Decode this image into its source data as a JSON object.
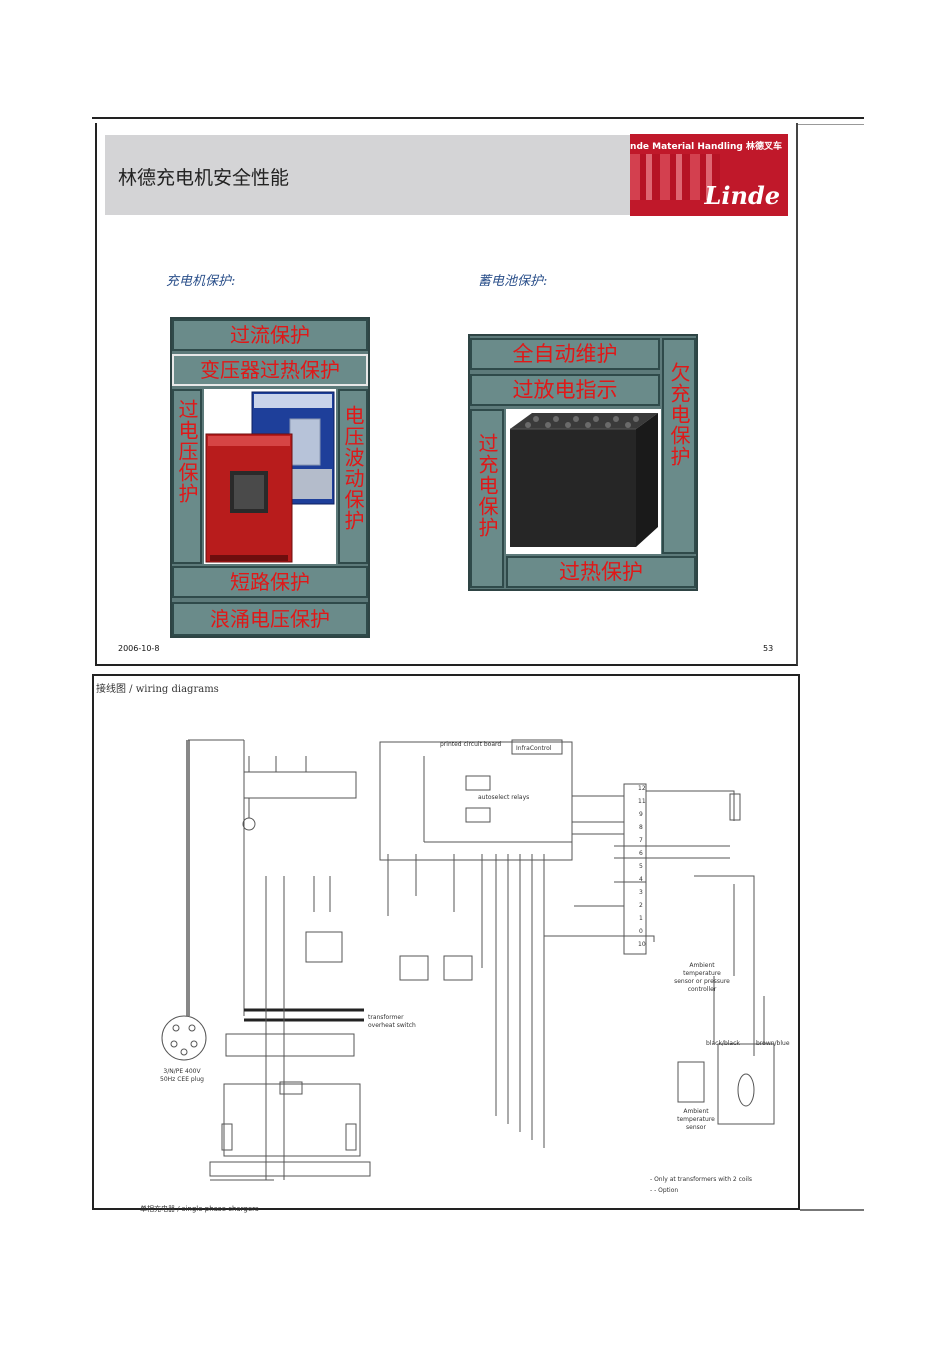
{
  "slide": {
    "title": "林德充电机安全性能",
    "logo_tagline": "Linde Material Handling  林德叉车",
    "logo_brand": "Linde",
    "charger_heading": "充电机保护:",
    "battery_heading": "蓄电池保护:",
    "charger_protections": {
      "overcurrent": "过流保护",
      "transformer_overheat": "变压器过热保护",
      "overvoltage": "过电压保护",
      "voltage_fluctuation": "电压波动保护",
      "short_circuit": "短路保护",
      "surge": "浪涌电压保护"
    },
    "battery_protections": {
      "auto_maintenance": "全自动维护",
      "overdischarge_indicator": "过放电指示",
      "undercharge": "欠充电保护",
      "overcharge": "过充电保护",
      "overheat": "过热保护"
    },
    "date": "2006-10-8",
    "page_number": "53"
  },
  "diagram": {
    "title": "接线图 / wiring diagrams",
    "footer_caption": "单相充电器 / single phase chargers",
    "labels": {
      "pcb": "printed circuit board",
      "infracontrol": "InfraControl",
      "relays": "autoselect relays",
      "plug": "3/N/PE 400V 50Hz CEE plug",
      "transformer": "transformer overheat switch",
      "ambient_sensor": "Ambient temperature sensor or pressure controller",
      "ambient_sensor2": "Ambient temperature sensor",
      "cable1": "black/black",
      "cable2": "brown/blue",
      "note1": "- Only at transformers with 2 coils",
      "note2": "- - Option"
    },
    "terminals": [
      "12",
      "11",
      "9",
      "8",
      "7",
      "6",
      "5",
      "4",
      "3",
      "2",
      "1",
      "0",
      "10"
    ]
  }
}
